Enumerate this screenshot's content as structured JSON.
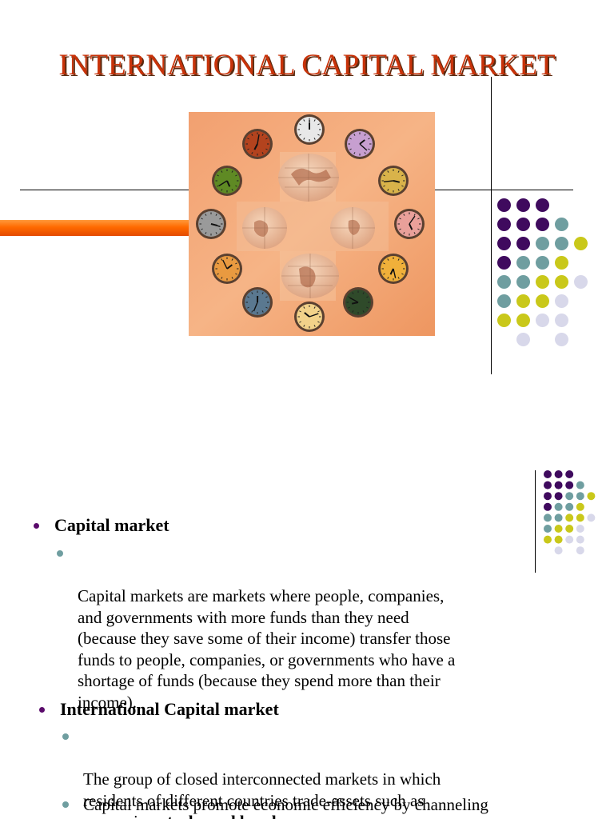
{
  "slide1": {
    "title": "INTERNATIONAL CAPITAL MARKET"
  },
  "slide2": {
    "sections": [
      {
        "heading": "Capital market",
        "items": [
          {
            "text": "Capital markets are markets where people, companies,\nand governments with more funds than they need\n(because they save some of their income) transfer those\nfunds to people, companies, or governments who have a\nshortage of funds (because they spend more than their\nincome)."
          }
        ]
      },
      {
        "heading": "International Capital market",
        "items": [
          {
            "text_before": "The group of closed interconnected markets in which\nresidents of different countries trade-assets such as\ncurrencies, ",
            "bold_part": "stocks and bonds."
          },
          {
            "text": "Capital markets promote economic efficiency by channeling"
          }
        ]
      }
    ]
  },
  "colors": {
    "title": "#c8330a",
    "accent_bar": "#ff6a00",
    "dot_purple": "#3f0a5e",
    "dot_teal": "#6f9ea0",
    "dot_yellow": "#c9c81a",
    "dot_lavender": "#d8d8ea"
  }
}
